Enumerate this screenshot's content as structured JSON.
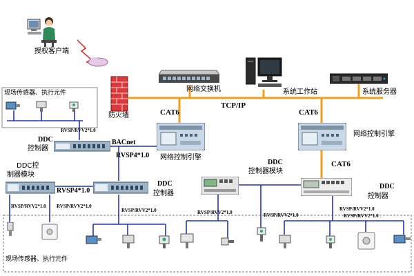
{
  "diagram": {
    "client": "授权客户端",
    "firewall": "防火墙",
    "switch": "网络交换机",
    "workstation": "系统工作站",
    "server": "系统服务器",
    "tcpip": "TCP/IP",
    "cat6_left": "CAT6",
    "cat6_right": "CAT6",
    "cat6_vertical": "CAT6",
    "engine_left": "网络控制引擎",
    "engine_right": "网络控制引擎",
    "field_top": "现场传感器、执行元件",
    "field_bottom": "现场传感器、执行元件",
    "rvvsp_top": "RVSP/RVV2*1.0",
    "ddc_ctrl_left_l1": "DDC",
    "ddc_ctrl_left_l2": "控制器",
    "bacnet": "BACnet",
    "rvsp4_upper": "RVSP4*1.0",
    "rvsp4_lower": "RVSP4*1.0",
    "ddc_module_left_l1": "DDC控",
    "ddc_module_left_l2": "制器模块",
    "ddc_ctrl_mid_l1": "DDC",
    "ddc_ctrl_mid_l2": "控制器",
    "ddc_module_mid_l1": "DDC",
    "ddc_module_mid_l2": "控制器模块",
    "ddc_ctrl_right_l1": "DDC",
    "ddc_ctrl_right_l2": "控制器",
    "rvsp_b1": "RVSP/RVV2*1.0",
    "rvsp_b2": "RVSP/RVV2*1.0",
    "rvsp_b3": "RVSP/RVV2*1.0",
    "rvsp_b4": "RVSP/RVV2*1.0",
    "rvsp_b5": "RVSP/RVV2*1.0",
    "rvsp_b6": "RVSP/RVV2*1.0",
    "rvsp_b7": "RVSP/RVV2*1.0"
  },
  "colors": {
    "tcpip_line": "#f0a020",
    "field_bus": "#1f35b5",
    "device_panel": "#c9d8e6",
    "firewall": "#d63a3a"
  }
}
